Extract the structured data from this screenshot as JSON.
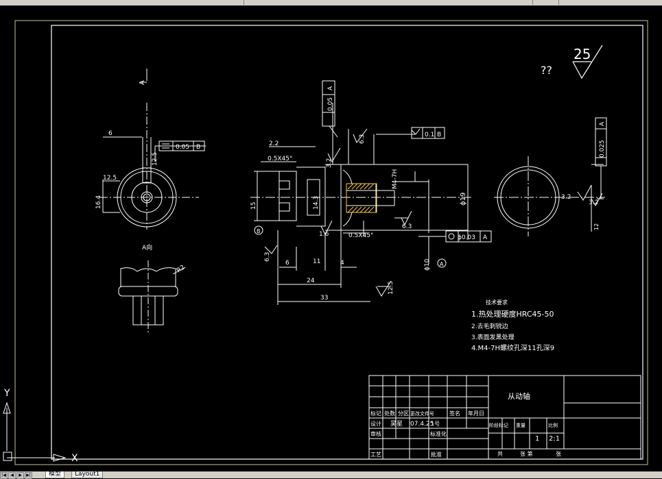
{
  "title_block": {
    "part_name": "从动轴",
    "designer": "吴星",
    "date": "07.4.25",
    "sign_role": "1号",
    "header_cells": [
      "标记",
      "处数",
      "分区",
      "更改文件号",
      "签名",
      "年月日"
    ],
    "row_labels": [
      "设计",
      "审核",
      "工艺"
    ],
    "std_label": "标准化",
    "approve_label": "批准",
    "stage_labels": [
      "阶段标记",
      "重量",
      "比例"
    ],
    "qty": "1",
    "scale": "2:1",
    "sheet_labels": [
      "共",
      "张 第",
      "张"
    ]
  },
  "notes": {
    "heading": "技术要求",
    "items": [
      "1.热处理硬度HRC45-50",
      "2.去毛刺锐边",
      "3.表面发黑处理",
      "4.M4-7H螺纹孔深11孔深9"
    ]
  },
  "symbols": {
    "unknown_text": "??",
    "roughness_main": "25",
    "section_label": "A",
    "view_label": "A向"
  },
  "dims": {
    "d_6": "6",
    "d_12_5": "12.5",
    "d_16_4": "16.4",
    "tol_sym": "0.05",
    "tol_sym_datum": "B",
    "r2": "R2",
    "chamfer1": "0.5X45°",
    "chamfer2": "0.5X45°",
    "d_2_2": "2.2",
    "d_15": "15",
    "d_14_3": "14.3",
    "d_3_2a": "3.2",
    "d_1_6": "1.6",
    "runout_a": "0.05",
    "runout_a_datum": "A",
    "d_6_3a": "6.3",
    "runout_b": "0.1",
    "runout_b_datum": "B",
    "m4": "M4-7H",
    "phi19": "ϕ19",
    "d_6_3b": "6.3",
    "conc": "ϕ0.03",
    "conc_datum": "A",
    "phi10": "ϕ10",
    "d_6_3c": "6.3",
    "d_6b": "6",
    "d_11": "11",
    "d_4": "4",
    "d_24": "24",
    "d_33": "33",
    "d_12_5b": "12.5",
    "perp": "0.025",
    "perp_datum": "A",
    "d_3_2b": "3.2",
    "d_3_2c": "3.2",
    "d_12": "12",
    "datum_b": "B"
  },
  "ui": {
    "ucs_x": "X",
    "ucs_y": "Y",
    "tab_model": "模型",
    "tab_layout": "Layout1"
  },
  "colors": {
    "background": "#000000",
    "line": "#ffffff",
    "frame": "#c8c0a0",
    "hatch": "#ffcc33"
  }
}
